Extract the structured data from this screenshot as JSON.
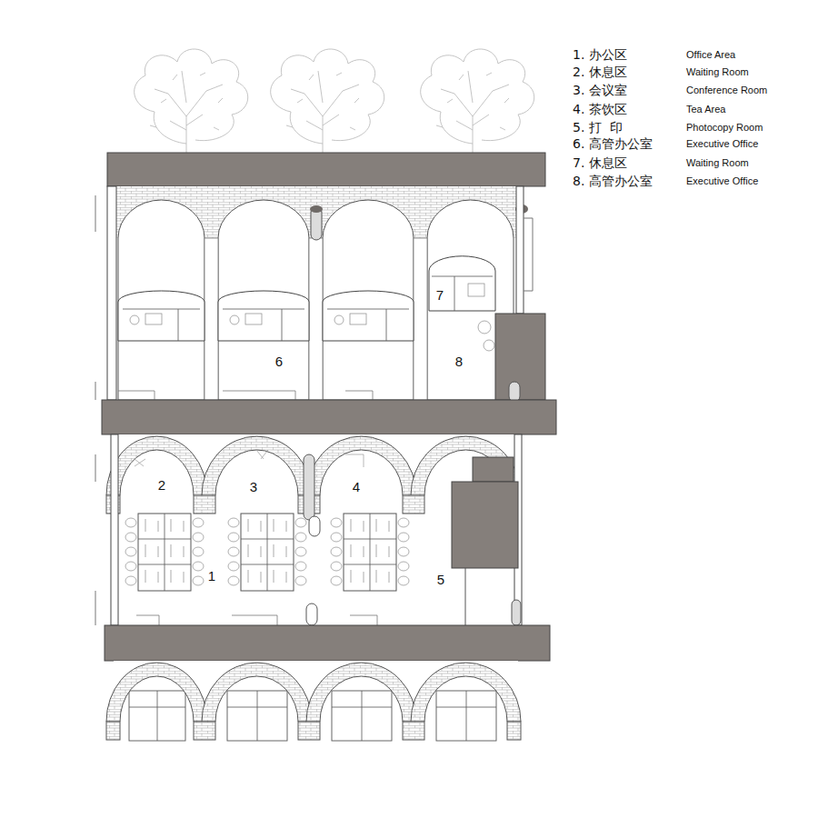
{
  "diagram": {
    "labels": [
      "1. 办公区",
      "Office Area",
      "2. 休息区",
      "Waiting Room",
      "3. 会议室",
      "Conference Room",
      "4. 茶饮区",
      "Tea Area",
      "5. 打  印",
      "Photocopy Room",
      "6. 高管办公室",
      "Executive Office",
      "7. 休息区",
      "Waiting Room",
      "8. 高管办公室",
      "Executive Office",
      "6",
      "8",
      "7",
      "2",
      "3",
      "4",
      "1",
      "5"
    ]
  }
}
